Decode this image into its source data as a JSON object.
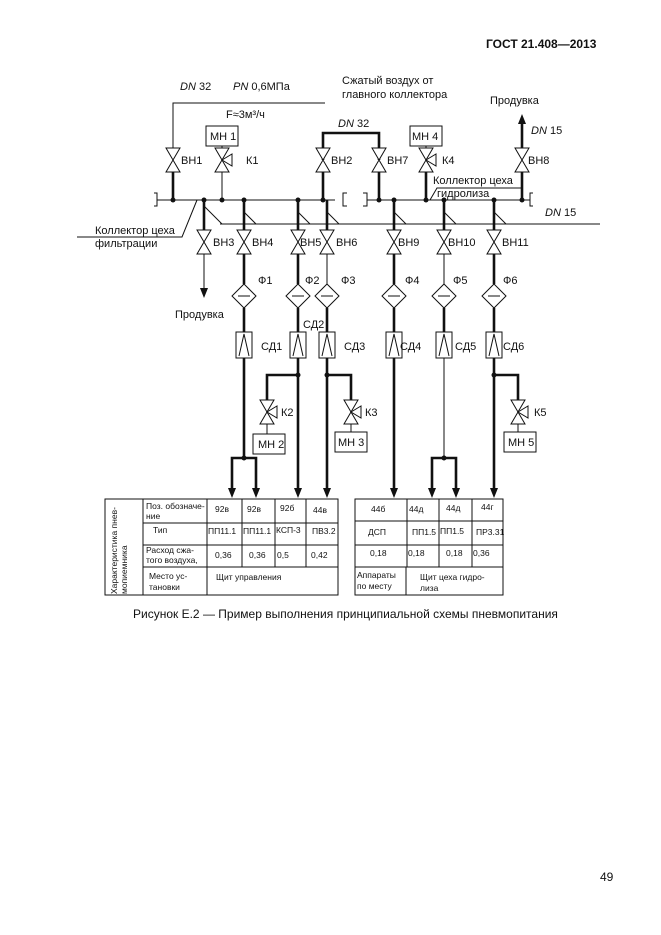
{
  "header": {
    "standard": "ГОСТ 21.408—2013"
  },
  "page_number": "49",
  "figure": {
    "caption": "Рисунок Е.2 — Пример выполнения принципиальной схемы пневмопитания",
    "labels": {
      "dn32_main_dn": "DN",
      "dn32_main_val": " 32",
      "pn_prefix": "PN",
      "pn_val": " 0,6МПа",
      "source_line1": "Сжатый воздух от",
      "source_line2": "главного коллектора",
      "flow": "F≈3м³/ч",
      "dn32_branch_dn": "DN",
      "dn32_branch_val": " 32",
      "purge_top": "Продувка",
      "dn15_top_dn": "DN",
      "dn15_top_val": " 15",
      "dn15_bus_dn": "DN",
      "dn15_bus_val": " 15",
      "collector_filtration_line1": "Коллектор цеха",
      "collector_filtration_line2": "фильтрации",
      "collector_hydrolysis_line1": "Коллектор цеха",
      "collector_hydrolysis_line2": "гидролиза",
      "purge_left": "Продувка"
    },
    "gauges": [
      "МН 1",
      "МН 2",
      "МН 3",
      "МН 4",
      "МН 5"
    ],
    "valves": [
      "ВН1",
      "ВН2",
      "ВН3",
      "ВН4",
      "ВН5",
      "ВН6",
      "ВН7",
      "ВН8",
      "ВН9",
      "ВН10",
      "ВН11"
    ],
    "cocks": [
      "К1",
      "К2",
      "К3",
      "К4",
      "К5"
    ],
    "filters": [
      "Ф1",
      "Ф2",
      "Ф3",
      "Ф4",
      "Ф5",
      "Ф6"
    ],
    "reducers": [
      "СД1",
      "СД2",
      "СД3",
      "СД4",
      "СД5",
      "СД6"
    ]
  },
  "table": {
    "side_header_line1": "Характеристика пнев-",
    "side_header_line2": "мопиемника",
    "row_labels": {
      "pos_line1": "Поз. обозначе-",
      "pos_line2": "ние",
      "type": "Тип",
      "flow_line1": "Расход сжа-",
      "flow_line2": "того воздуха,",
      "place_line1": "Место ус-",
      "place_line2": "тановки"
    },
    "left_group": {
      "positions": [
        "92в",
        "92в",
        "92б",
        "44в"
      ],
      "types": [
        "ПП11.1",
        "ПП11.1",
        "КСП-3",
        "ПВ3.2"
      ],
      "flows": [
        "0,36",
        "0,36",
        "0,5",
        "0,42"
      ],
      "place": "Щит управления"
    },
    "right_group": {
      "positions": [
        "44б",
        "44д",
        "44д",
        "44г"
      ],
      "types": [
        "ДСП",
        "ПП1.5",
        "ПП1.5",
        "ПР3.31"
      ],
      "flows": [
        "0,18",
        "0,18",
        "0,18",
        "0,36"
      ],
      "place_first_line1": "Аппараты",
      "place_first_line2": "по месту",
      "place_rest_line1": "Щит цеха гидро-",
      "place_rest_line2": "лиза"
    }
  }
}
